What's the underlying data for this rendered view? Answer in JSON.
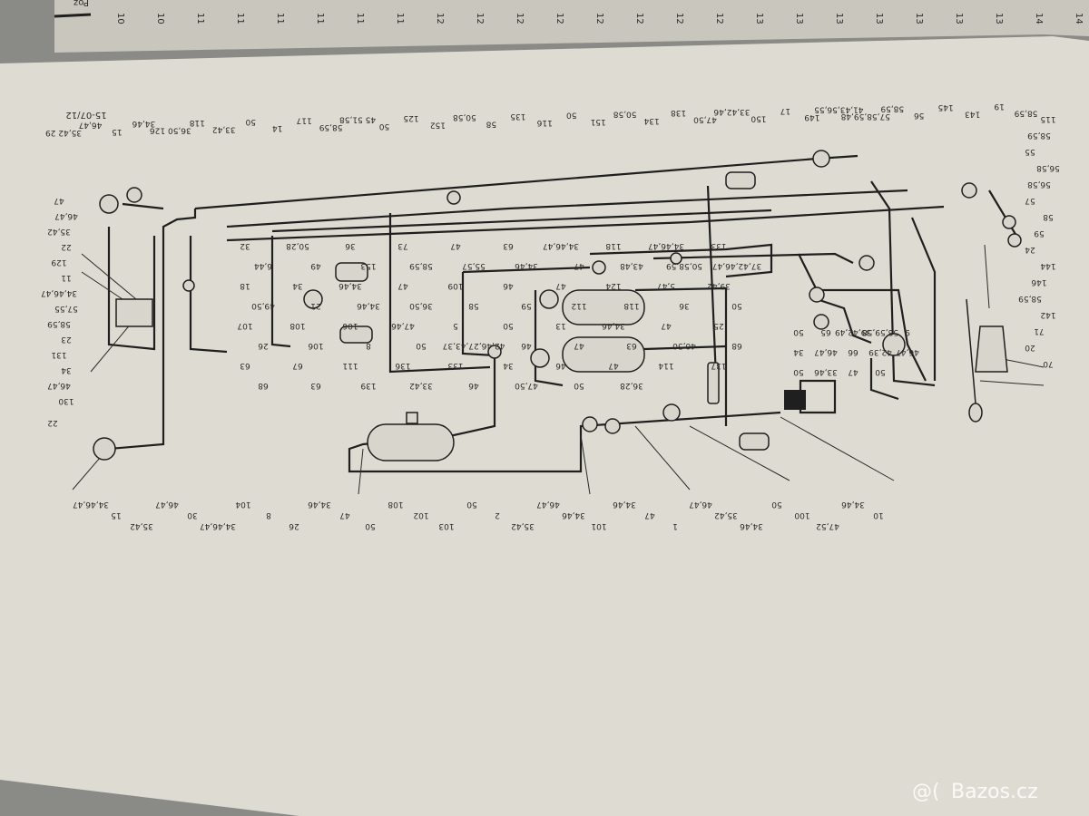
{
  "colors": {
    "paper": "#dedcd2",
    "paper_top": "#c9c7bd",
    "ink": "#1f1f1f",
    "background": "#8a8a86"
  },
  "document_code": "15-07/12",
  "top_page_numbers": [
    "10",
    "10",
    "11",
    "11",
    "11",
    "11",
    "11",
    "11",
    "12",
    "12",
    "12",
    "12",
    "12",
    "12",
    "12",
    "12",
    "13",
    "13",
    "13",
    "13",
    "13",
    "13",
    "13",
    "14",
    "14"
  ],
  "top_page_text": "Poz",
  "watermark": "Bazos.cz",
  "top_labels": [
    {
      "text": "35,42 29"
    },
    {
      "text": "46,47"
    },
    {
      "text": "15"
    },
    {
      "text": "34,46"
    },
    {
      "text": "36,50 126"
    },
    {
      "text": "118"
    },
    {
      "text": "33,42"
    },
    {
      "text": "50"
    },
    {
      "text": "14"
    },
    {
      "text": "117"
    },
    {
      "text": "58,59"
    },
    {
      "text": "45 51,58"
    },
    {
      "text": "50"
    },
    {
      "text": "125"
    },
    {
      "text": "152"
    },
    {
      "text": "50,58"
    },
    {
      "text": "58"
    },
    {
      "text": "135"
    },
    {
      "text": "116"
    },
    {
      "text": "50"
    },
    {
      "text": "151"
    },
    {
      "text": "50,58"
    },
    {
      "text": "134"
    },
    {
      "text": "138"
    },
    {
      "text": "47,50"
    },
    {
      "text": "33,42,46"
    },
    {
      "text": "150"
    },
    {
      "text": "17"
    },
    {
      "text": "149"
    },
    {
      "text": "41,43,56,55"
    },
    {
      "text": "57,58,59,48"
    },
    {
      "text": "58,59"
    },
    {
      "text": "56"
    },
    {
      "text": "145"
    },
    {
      "text": "143"
    },
    {
      "text": "19"
    },
    {
      "text": "58,59"
    }
  ],
  "left_labels": [
    {
      "text": "47"
    },
    {
      "text": "46,47"
    },
    {
      "text": "35,42"
    },
    {
      "text": "22"
    },
    {
      "text": "129"
    },
    {
      "text": "11"
    },
    {
      "text": "34,46,47"
    },
    {
      "text": "57,55"
    },
    {
      "text": "58,59"
    },
    {
      "text": "23"
    },
    {
      "text": "131"
    },
    {
      "text": "34"
    },
    {
      "text": "46,47"
    },
    {
      "text": "130"
    },
    {
      "text": "22"
    }
  ],
  "center_labels": [
    {
      "text": "32"
    },
    {
      "text": "50,28"
    },
    {
      "text": "36"
    },
    {
      "text": "73"
    },
    {
      "text": "47"
    },
    {
      "text": "63"
    },
    {
      "text": "34,46,47"
    },
    {
      "text": "118"
    },
    {
      "text": "34,46,47"
    },
    {
      "text": "133"
    },
    {
      "text": "6,44"
    },
    {
      "text": "49"
    },
    {
      "text": "153"
    },
    {
      "text": "58,59"
    },
    {
      "text": "55,57"
    },
    {
      "text": "34,46"
    },
    {
      "text": "47"
    },
    {
      "text": "43,48"
    },
    {
      "text": "50,58,59"
    },
    {
      "text": "37,42,46,47"
    },
    {
      "text": "18"
    },
    {
      "text": "34"
    },
    {
      "text": "34,46"
    },
    {
      "text": "47"
    },
    {
      "text": "109"
    },
    {
      "text": "46"
    },
    {
      "text": "47"
    },
    {
      "text": "124"
    },
    {
      "text": "5,47"
    },
    {
      "text": "39,42"
    },
    {
      "text": "49,50"
    },
    {
      "text": "21"
    },
    {
      "text": "34,46"
    },
    {
      "text": "36,50"
    },
    {
      "text": "58"
    },
    {
      "text": "59"
    },
    {
      "text": "112"
    },
    {
      "text": "118"
    },
    {
      "text": "36"
    },
    {
      "text": "50"
    },
    {
      "text": "107"
    },
    {
      "text": "108"
    },
    {
      "text": "106"
    },
    {
      "text": "47,46"
    },
    {
      "text": "5"
    },
    {
      "text": "50"
    },
    {
      "text": "13"
    },
    {
      "text": "34,46"
    },
    {
      "text": "47"
    },
    {
      "text": "25"
    },
    {
      "text": "26"
    },
    {
      "text": "106"
    },
    {
      "text": "8"
    },
    {
      "text": "50"
    },
    {
      "text": "42,46,27,43,37"
    },
    {
      "text": "46"
    },
    {
      "text": "47"
    },
    {
      "text": "63"
    },
    {
      "text": "40,50"
    },
    {
      "text": "68"
    },
    {
      "text": "63"
    },
    {
      "text": "67"
    },
    {
      "text": "111"
    },
    {
      "text": "136"
    },
    {
      "text": "133"
    },
    {
      "text": "34"
    },
    {
      "text": "46"
    },
    {
      "text": "47"
    },
    {
      "text": "114"
    },
    {
      "text": "137"
    },
    {
      "text": "68"
    },
    {
      "text": "63"
    },
    {
      "text": "139"
    },
    {
      "text": "33,42"
    },
    {
      "text": "46"
    },
    {
      "text": "47,50"
    },
    {
      "text": "50"
    },
    {
      "text": "36,28"
    }
  ],
  "right_labels": [
    {
      "text": "115"
    },
    {
      "text": "58,59"
    },
    {
      "text": "55"
    },
    {
      "text": "56,58"
    },
    {
      "text": "56,58"
    },
    {
      "text": "57"
    },
    {
      "text": "58"
    },
    {
      "text": "59"
    },
    {
      "text": "24"
    },
    {
      "text": "144"
    },
    {
      "text": "146"
    },
    {
      "text": "58,59"
    },
    {
      "text": "142"
    },
    {
      "text": "71"
    },
    {
      "text": "20"
    },
    {
      "text": "70"
    },
    {
      "text": "50"
    },
    {
      "text": "65"
    },
    {
      "text": "39,42,49"
    },
    {
      "text": "58,59,58"
    },
    {
      "text": "9"
    },
    {
      "text": "34"
    },
    {
      "text": "46,47"
    },
    {
      "text": "66"
    },
    {
      "text": "42,39"
    },
    {
      "text": "46,47"
    },
    {
      "text": "50"
    },
    {
      "text": "33,46"
    },
    {
      "text": "47"
    },
    {
      "text": "50"
    }
  ],
  "bottom_labels": [
    {
      "text": "34,46,47"
    },
    {
      "text": "15"
    },
    {
      "text": "35,42"
    },
    {
      "text": "46,47"
    },
    {
      "text": "30"
    },
    {
      "text": "34,46,47"
    },
    {
      "text": "104"
    },
    {
      "text": "8"
    },
    {
      "text": "26"
    },
    {
      "text": "34,46"
    },
    {
      "text": "47"
    },
    {
      "text": "50"
    },
    {
      "text": "108"
    },
    {
      "text": "102"
    },
    {
      "text": "103"
    },
    {
      "text": "50"
    },
    {
      "text": "2"
    },
    {
      "text": "35,42"
    },
    {
      "text": "46,47"
    },
    {
      "text": "34,46"
    },
    {
      "text": "101"
    },
    {
      "text": "34,46"
    },
    {
      "text": "47"
    },
    {
      "text": "1"
    },
    {
      "text": "46,47"
    },
    {
      "text": "35,42"
    },
    {
      "text": "34,46"
    },
    {
      "text": "50"
    },
    {
      "text": "100"
    },
    {
      "text": "47,52"
    },
    {
      "text": "34,46"
    },
    {
      "text": "10"
    }
  ]
}
